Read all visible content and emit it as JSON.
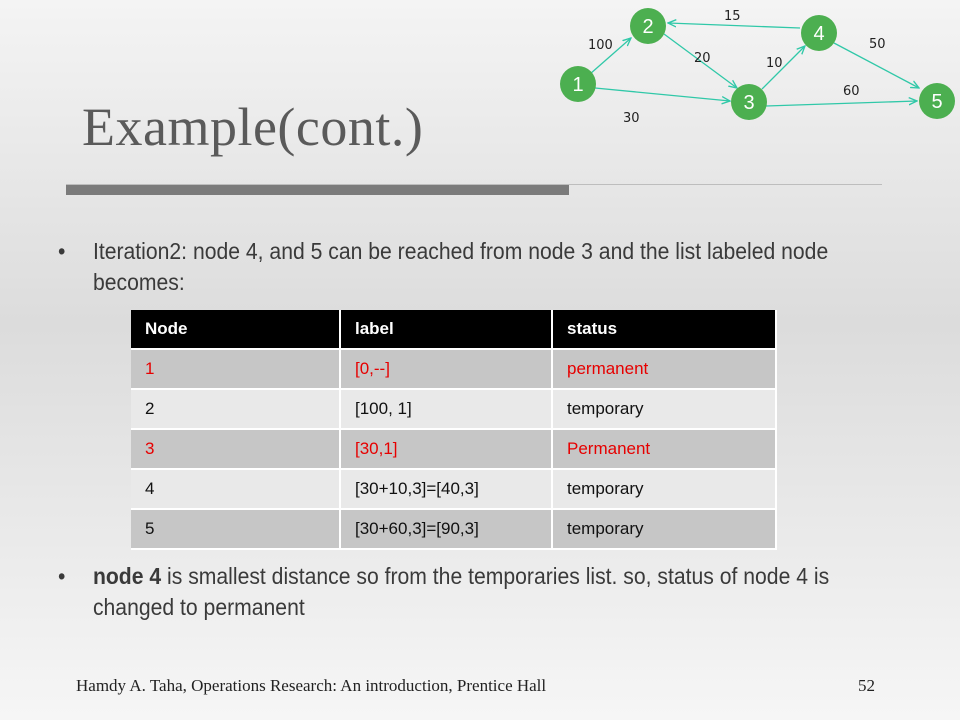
{
  "title": "Example(cont.)",
  "graph": {
    "nodes": [
      "1",
      "2",
      "3",
      "4",
      "5"
    ],
    "edge_weights": [
      "100",
      "30",
      "20",
      "15",
      "10",
      "60",
      "50"
    ]
  },
  "bullets": [
    {
      "marker": "•",
      "text": "Iteration2: node 4, and 5 can be reached from node 3 and the list labeled node becomes:"
    },
    {
      "marker": "•",
      "bold": "node 4",
      "text": " is smallest distance so from the temporaries list. so, status of node 4 is changed to permanent"
    }
  ],
  "table": {
    "headers": [
      "Node",
      "label",
      "status"
    ],
    "rows": [
      [
        "1",
        "[0,--]",
        "permanent"
      ],
      [
        "2",
        "[100, 1]",
        "temporary"
      ],
      [
        "3",
        "[30,1]",
        "Permanent"
      ],
      [
        "4",
        "[30+10,3]=[40,3]",
        "temporary"
      ],
      [
        "5",
        "[30+60,3]=[90,3]",
        "temporary"
      ]
    ]
  },
  "colors": {
    "highlight_text": "#e60000",
    "node_fill": "#4caf50",
    "edge_stroke": "#30c8a8",
    "header_bg": "#000000",
    "rule_dark": "#7b7b7b"
  },
  "footer": {
    "citation": "Hamdy A. Taha, Operations Research: An introduction, Prentice Hall",
    "page_number": "52"
  }
}
